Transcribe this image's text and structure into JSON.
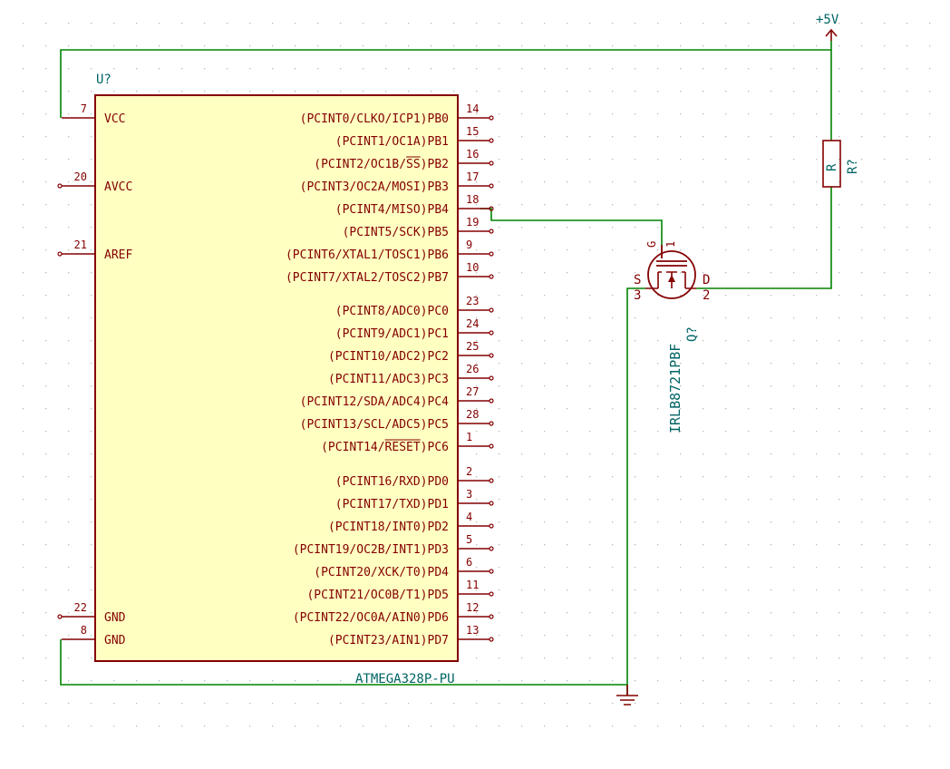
{
  "colors": {
    "background": "#ffffff",
    "grid": "#b9b9b9",
    "wire": "#008400",
    "component_outline": "#840000",
    "component_fill": "#ffffc2",
    "pin_text": "#840000",
    "reference_text": "#006464"
  },
  "mcu": {
    "reference": "U?",
    "value": "ATMEGA328P-PU",
    "left_pins": [
      {
        "num": "7",
        "name": "VCC"
      },
      {
        "num": "20",
        "name": "AVCC"
      },
      {
        "num": "21",
        "name": "AREF"
      },
      {
        "num": "22",
        "name": "GND"
      },
      {
        "num": "8",
        "name": "GND"
      }
    ],
    "right_pins": [
      {
        "num": "14",
        "name": "(PCINT0/CLKO/ICP1)PB0"
      },
      {
        "num": "15",
        "name": "(PCINT1/OC1A)PB1"
      },
      {
        "num": "16",
        "name": "(PCINT2/OC1B/SS)PB2"
      },
      {
        "num": "17",
        "name": "(PCINT3/OC2A/MOSI)PB3"
      },
      {
        "num": "18",
        "name": "(PCINT4/MISO)PB4"
      },
      {
        "num": "19",
        "name": "(PCINT5/SCK)PB5"
      },
      {
        "num": "9",
        "name": "(PCINT6/XTAL1/TOSC1)PB6"
      },
      {
        "num": "10",
        "name": "(PCINT7/XTAL2/TOSC2)PB7"
      },
      {
        "num": "23",
        "name": "(PCINT8/ADC0)PC0"
      },
      {
        "num": "24",
        "name": "(PCINT9/ADC1)PC1"
      },
      {
        "num": "25",
        "name": "(PCINT10/ADC2)PC2"
      },
      {
        "num": "26",
        "name": "(PCINT11/ADC3)PC3"
      },
      {
        "num": "27",
        "name": "(PCINT12/SDA/ADC4)PC4"
      },
      {
        "num": "28",
        "name": "(PCINT13/SCL/ADC5)PC5"
      },
      {
        "num": "1",
        "name": "(PCINT14/RESET)PC6"
      },
      {
        "num": "2",
        "name": "(PCINT16/RXD)PD0"
      },
      {
        "num": "3",
        "name": "(PCINT17/TXD)PD1"
      },
      {
        "num": "4",
        "name": "(PCINT18/INT0)PD2"
      },
      {
        "num": "5",
        "name": "(PCINT19/OC2B/INT1)PD3"
      },
      {
        "num": "6",
        "name": "(PCINT20/XCK/T0)PD4"
      },
      {
        "num": "11",
        "name": "(PCINT21/OC0B/T1)PD5"
      },
      {
        "num": "12",
        "name": "(PCINT22/OC0A/AIN0)PD6"
      },
      {
        "num": "13",
        "name": "(PCINT23/AIN1)PD7"
      }
    ]
  },
  "power": {
    "label": "+5V"
  },
  "resistor": {
    "reference": "R?",
    "value": "R"
  },
  "mosfet": {
    "reference": "Q?",
    "value": "IRLB8721PBF",
    "gate_label": "G",
    "gate_num": "1",
    "source_label": "S",
    "source_num": "3",
    "drain_label": "D",
    "drain_num": "2"
  },
  "ground": {
    "symbol": "ground-symbol"
  }
}
